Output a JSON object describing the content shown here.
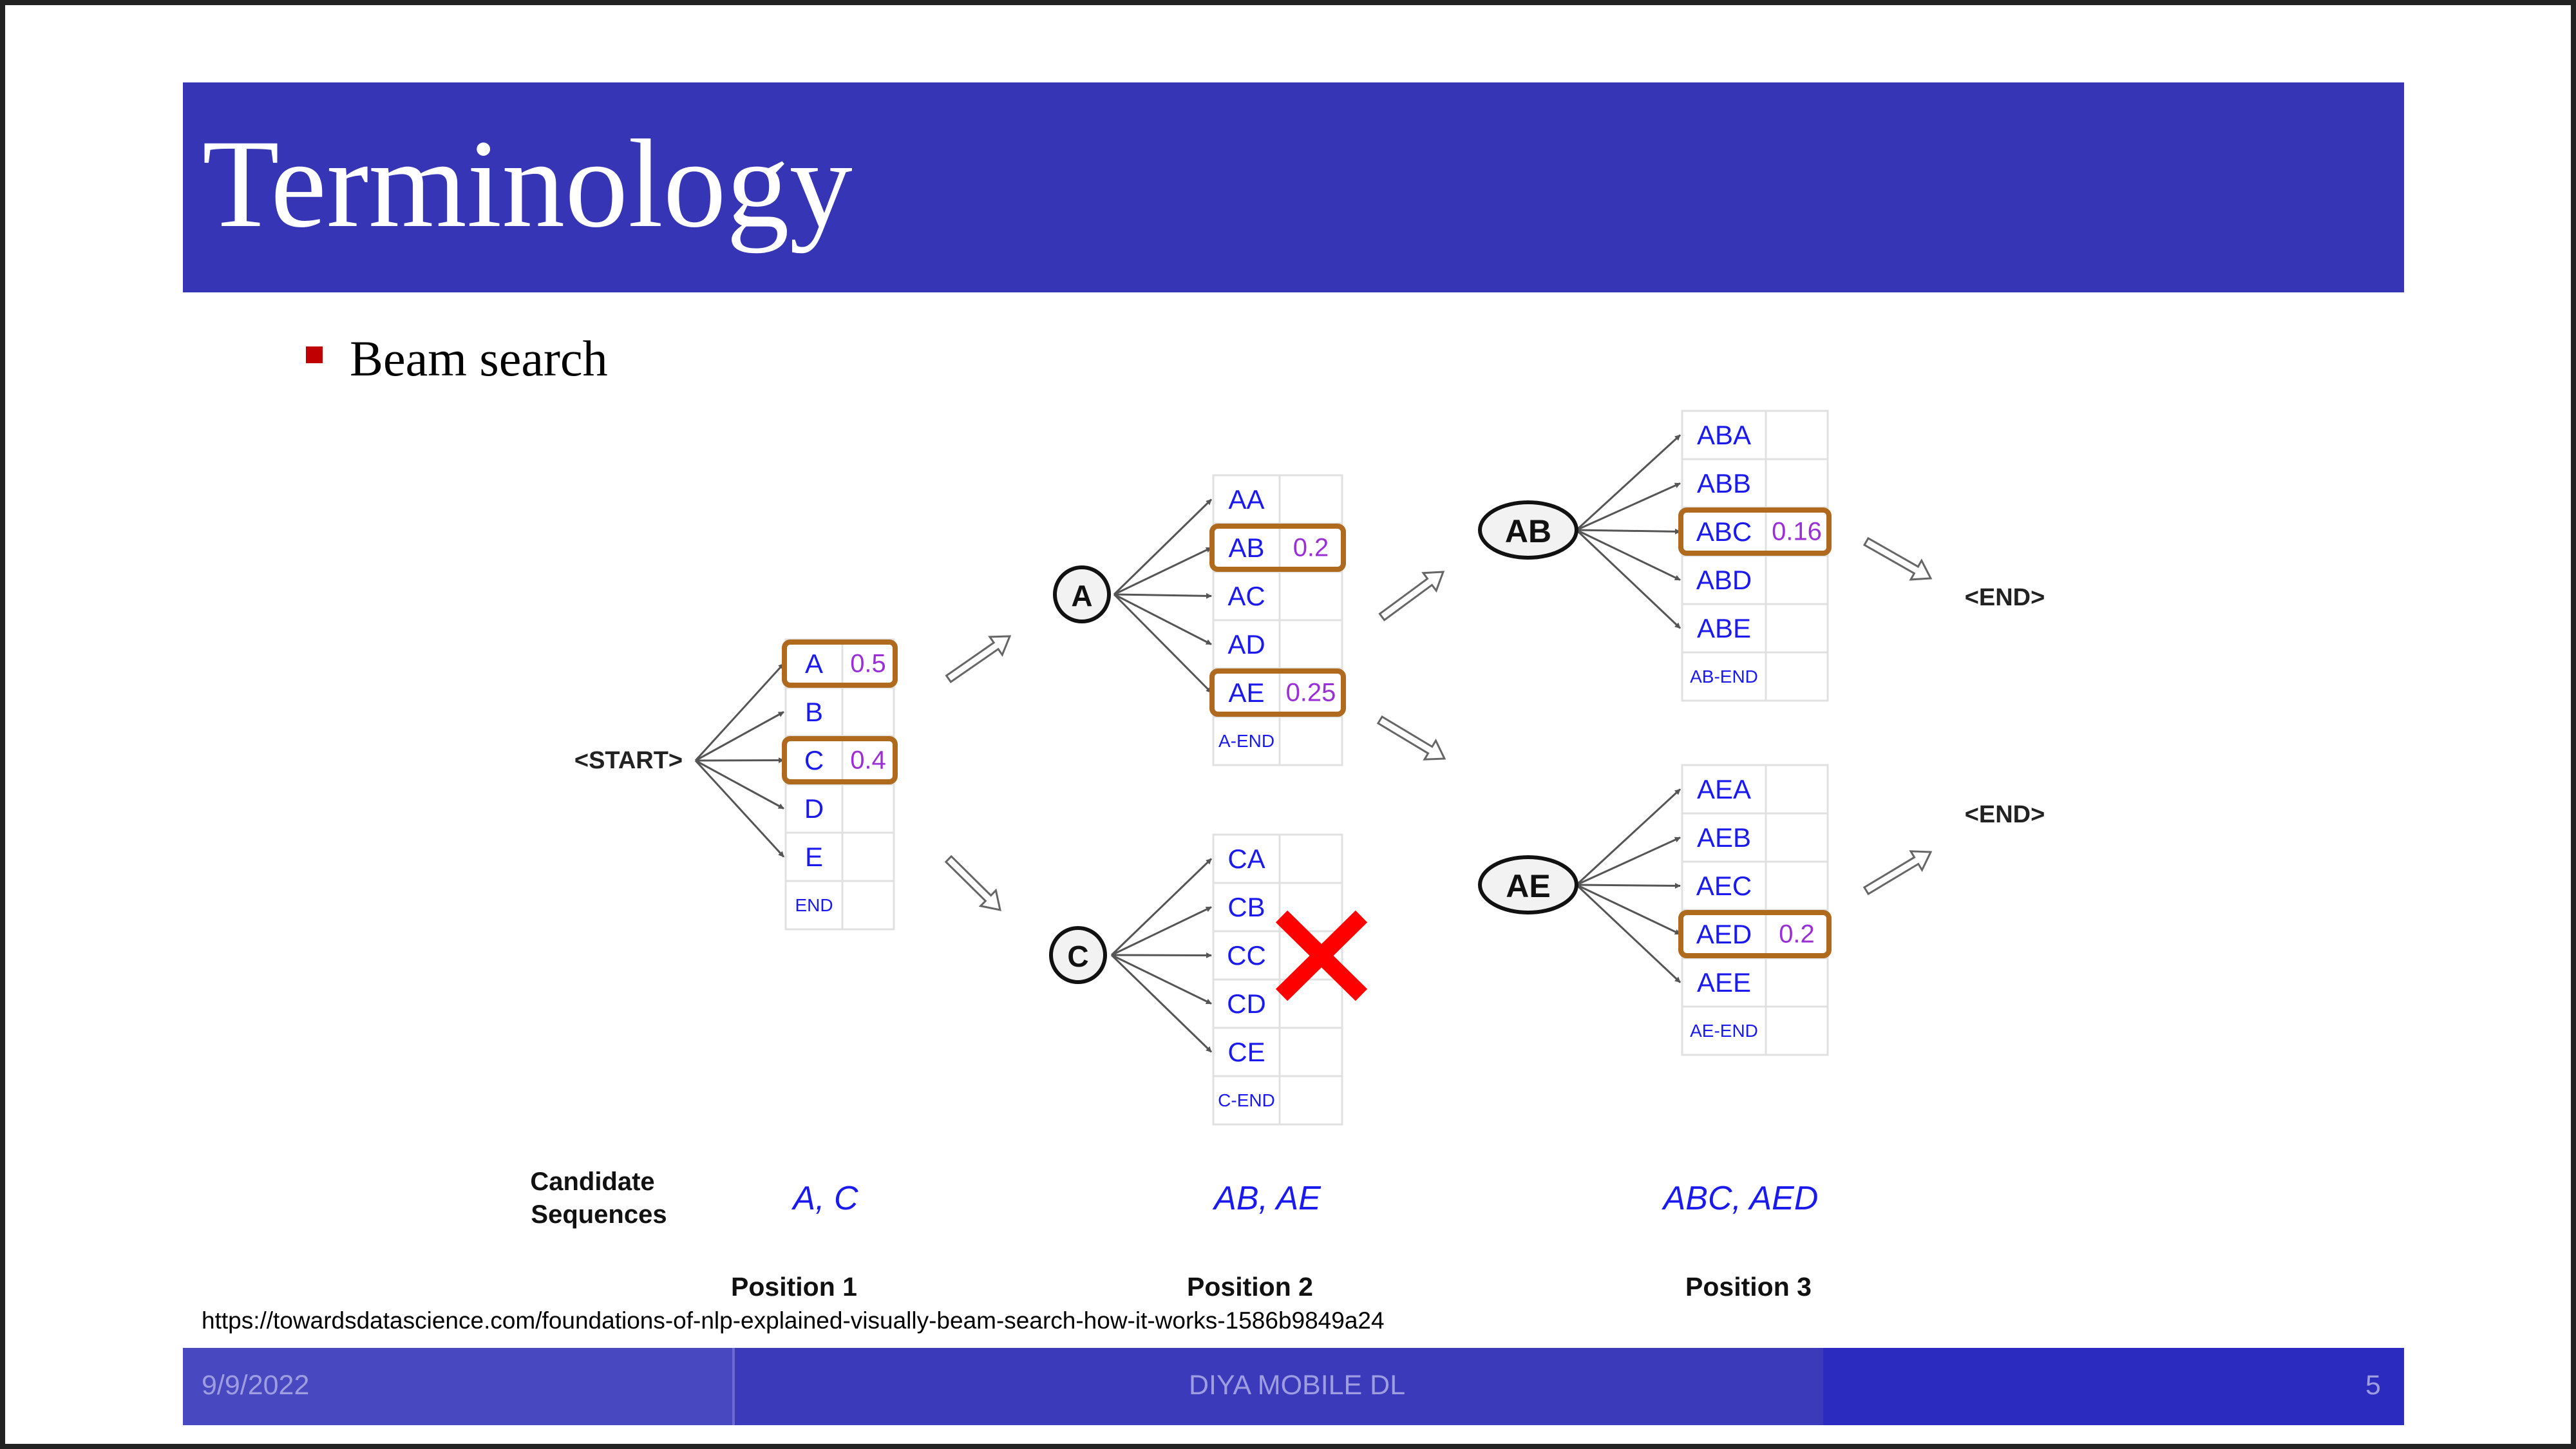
{
  "slide": {
    "title": "Terminology",
    "bullet": "Beam search",
    "source_url": "https://towardsdatascience.com/foundations-of-nlp-explained-visually-beam-search-how-it-works-1586b9849a24"
  },
  "footer": {
    "date": "9/9/2022",
    "center": "DIYA MOBILE DL",
    "page": "5"
  },
  "diagram": {
    "start_label": "<START>",
    "end_label_top": "<END>",
    "end_label_bottom": "<END>",
    "node_a": "A",
    "node_c": "C",
    "node_ab": "AB",
    "node_ae": "AE",
    "pos1": {
      "rows": [
        "A",
        "B",
        "C",
        "D",
        "E",
        "END"
      ],
      "scores": [
        "0.5",
        "",
        "0.4",
        "",
        "",
        ""
      ]
    },
    "pos2_a": {
      "rows": [
        "AA",
        "AB",
        "AC",
        "AD",
        "AE",
        "A-END"
      ],
      "scores": [
        "",
        "0.2",
        "",
        "",
        "0.25",
        ""
      ]
    },
    "pos2_c": {
      "rows": [
        "CA",
        "CB",
        "CC",
        "CD",
        "CE",
        "C-END"
      ],
      "scores": [
        "",
        "",
        "",
        "",
        "",
        ""
      ]
    },
    "pos3_ab": {
      "rows": [
        "ABA",
        "ABB",
        "ABC",
        "ABD",
        "ABE",
        "AB-END"
      ],
      "scores": [
        "",
        "",
        "0.16",
        "",
        "",
        ""
      ]
    },
    "pos3_ae": {
      "rows": [
        "AEA",
        "AEB",
        "AEC",
        "AED",
        "AEE",
        "AE-END"
      ],
      "scores": [
        "",
        "",
        "",
        "0.2",
        "",
        ""
      ]
    },
    "candidate_label_line1": "Candidate",
    "candidate_label_line2": "Sequences",
    "candidates": [
      "A, C",
      "AB, AE",
      "ABC, AED"
    ],
    "positions": [
      "Position 1",
      "Position 2",
      "Position 3"
    ]
  },
  "colors": {
    "title_bar": "#3535b5",
    "row_text": "#1a1aee",
    "score_text": "#9a2fd6",
    "highlight_border": "#b06a1e",
    "cross": "#ff0000"
  }
}
